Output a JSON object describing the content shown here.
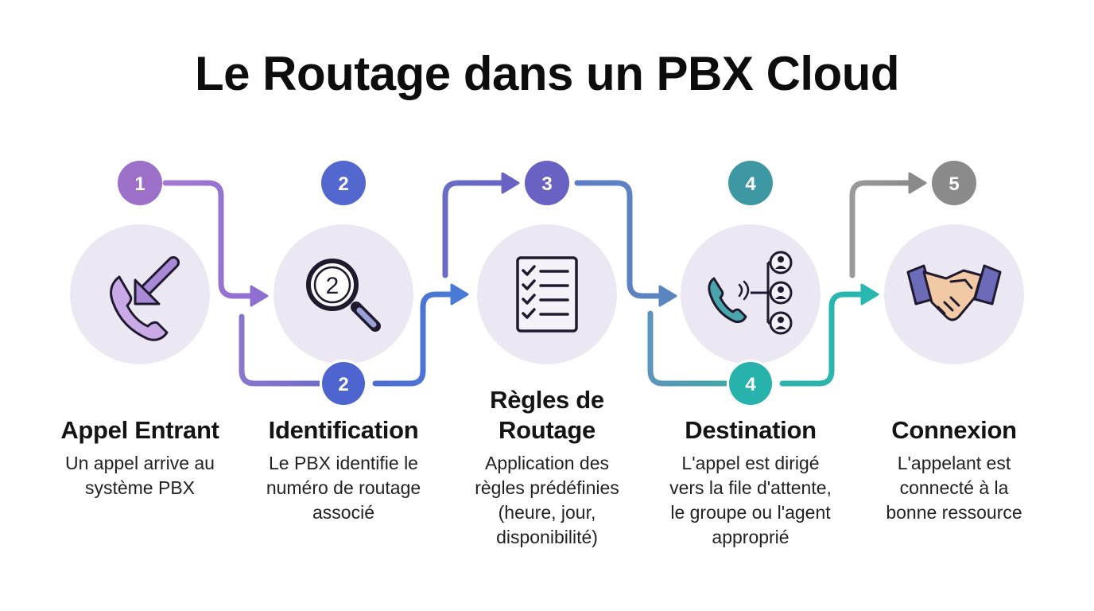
{
  "title": "Le Routage dans un PBX Cloud",
  "colors": {
    "step1": "#9b6fc9",
    "step2": "#5368cf",
    "step3": "#6a64c4",
    "step4": "#3a9aa3",
    "step5": "#8a8a8a",
    "circle_bg": "#ebe7f2"
  },
  "steps": [
    {
      "number": "1",
      "title": "Appel Entrant",
      "description": [
        "Un appel arrive au",
        "système PBX"
      ],
      "icon": "incoming-call-icon"
    },
    {
      "number": "2",
      "second_number": "2",
      "title": "Identification",
      "description": [
        "Le PBX identifie le",
        "numéro de routage",
        "associé"
      ],
      "icon": "magnifier-number-icon"
    },
    {
      "number": "3",
      "title": [
        "Règles de",
        "Routage"
      ],
      "description": [
        "Application des",
        "règles prédéfinies",
        "(heure, jour,",
        "disponibilité)"
      ],
      "icon": "checklist-icon"
    },
    {
      "number": "4",
      "second_number": "4",
      "title": "Destination",
      "description": [
        "L'appel est dirigé",
        "vers la file d'attente,",
        "le groupe ou l'agent",
        "approprié"
      ],
      "icon": "call-distribution-icon"
    },
    {
      "number": "5",
      "title": "Connexion",
      "description": [
        "L'appelant est",
        "connecté à la",
        "bonne ressource"
      ],
      "icon": "handshake-icon"
    }
  ],
  "icon_glyphs": {
    "magnifier_digit": "2"
  }
}
